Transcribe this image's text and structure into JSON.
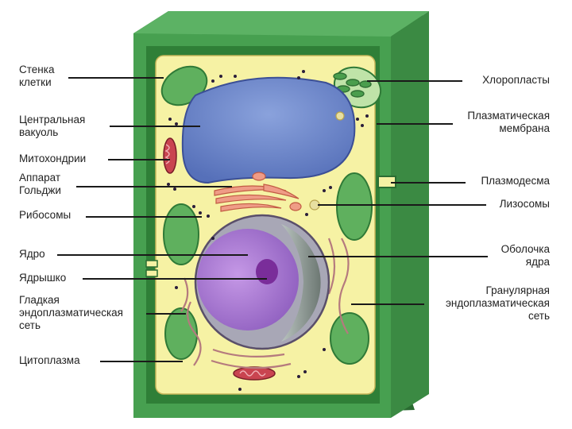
{
  "diagram": {
    "labels_left": [
      "Стенка\nклетки",
      "Центральная\nвакуоль",
      "Митохондрии",
      "Аппарат\nГольджи",
      "Рибосомы",
      "Ядро",
      "Ядрышко",
      "Гладкая\nэндоплазматическая\nсеть",
      "Цитоплазма"
    ],
    "labels_right": [
      "Хлоропласты",
      "Плазматическая\nмембрана",
      "Плазмодесма",
      "Лизосомы",
      "Оболочка\nядра",
      "Гранулярная\nэндоплазматическая\nсеть"
    ]
  },
  "colors": {
    "cell_wall": "#3f9a48",
    "cell_wall_dark": "#2c6e33",
    "cytoplasm": "#f6f2a4",
    "vacuole": "#6c86c8",
    "nucleus": "#b07fd6",
    "nucleolus": "#7a2d9a",
    "nuclear_envelope": "#8f9a96",
    "chloroplast": "#6fbf6a",
    "mitochondria": "#c6464f",
    "golgi": "#ee9f88",
    "ribosome": "#2a1d3a"
  }
}
